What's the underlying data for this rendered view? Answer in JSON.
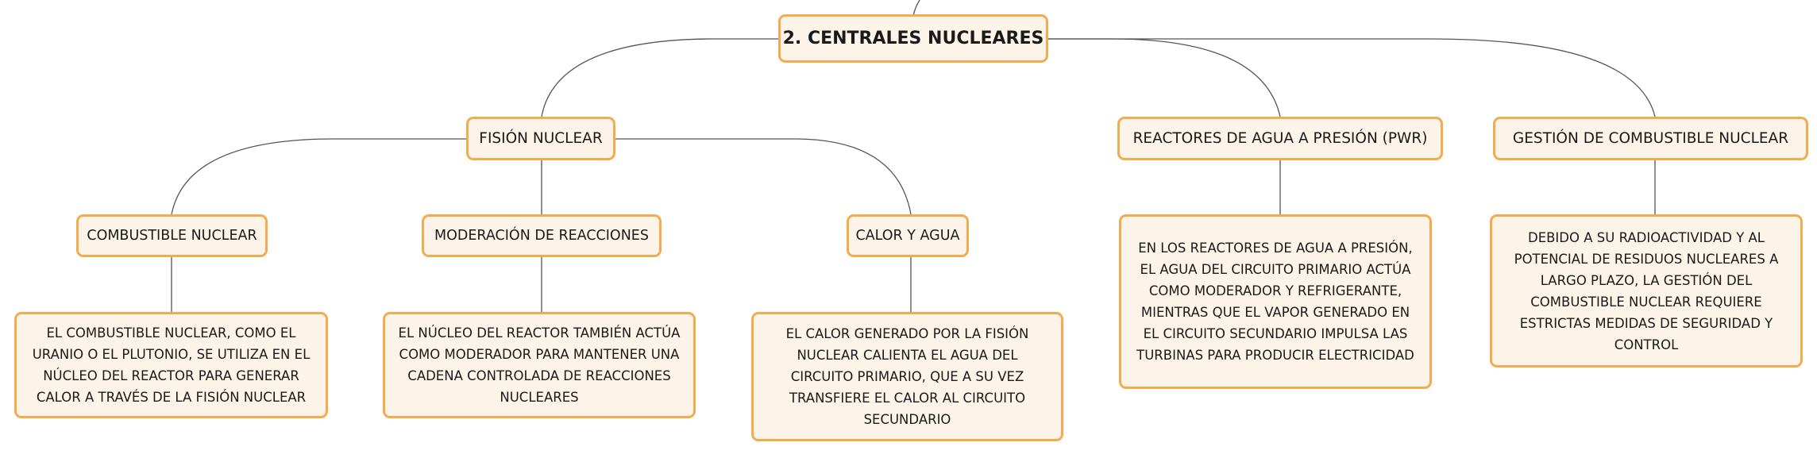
{
  "root": {
    "title": "2. CENTRALES NUCLEARES"
  },
  "branches": [
    {
      "label": "FISIÓN NUCLEAR",
      "children": [
        {
          "label": "COMBUSTIBLE NUCLEAR",
          "description": "EL COMBUSTIBLE NUCLEAR, COMO EL URANIO O EL PLUTONIO, SE UTILIZA EN EL NÚCLEO DEL REACTOR PARA GENERAR CALOR A TRAVÉS DE LA FISIÓN NUCLEAR"
        },
        {
          "label": "MODERACIÓN DE REACCIONES",
          "description": "EL NÚCLEO DEL REACTOR TAMBIÉN ACTÚA COMO MODERADOR PARA MANTENER UNA CADENA CONTROLADA DE REACCIONES NUCLEARES"
        },
        {
          "label": "CALOR Y AGUA",
          "description": "EL CALOR GENERADO POR LA FISIÓN NUCLEAR CALIENTA EL AGUA DEL CIRCUITO PRIMARIO, QUE A SU VEZ TRANSFIERE EL CALOR AL CIRCUITO SECUNDARIO"
        }
      ]
    },
    {
      "label": "REACTORES DE AGUA A PRESIÓN (PWR)",
      "description": "EN LOS REACTORES DE AGUA A PRESIÓN, EL AGUA DEL CIRCUITO PRIMARIO ACTÚA COMO MODERADOR Y REFRIGERANTE, MIENTRAS QUE EL VAPOR GENERADO EN EL CIRCUITO SECUNDARIO IMPULSA LAS TURBINAS PARA PRODUCIR ELECTRICIDAD"
    },
    {
      "label": "GESTIÓN DE COMBUSTIBLE NUCLEAR",
      "description": "DEBIDO A SU RADIOACTIVIDAD Y AL POTENCIAL DE RESIDUOS NUCLEARES A LARGO PLAZO, LA GESTIÓN DEL COMBUSTIBLE NUCLEAR REQUIERE ESTRICTAS MEDIDAS DE SEGURIDAD Y CONTROL"
    }
  ],
  "colors": {
    "border": "#f2ab4f",
    "fill": "#fdf4e9",
    "line": "#555555",
    "text": "#1a1a1a"
  }
}
